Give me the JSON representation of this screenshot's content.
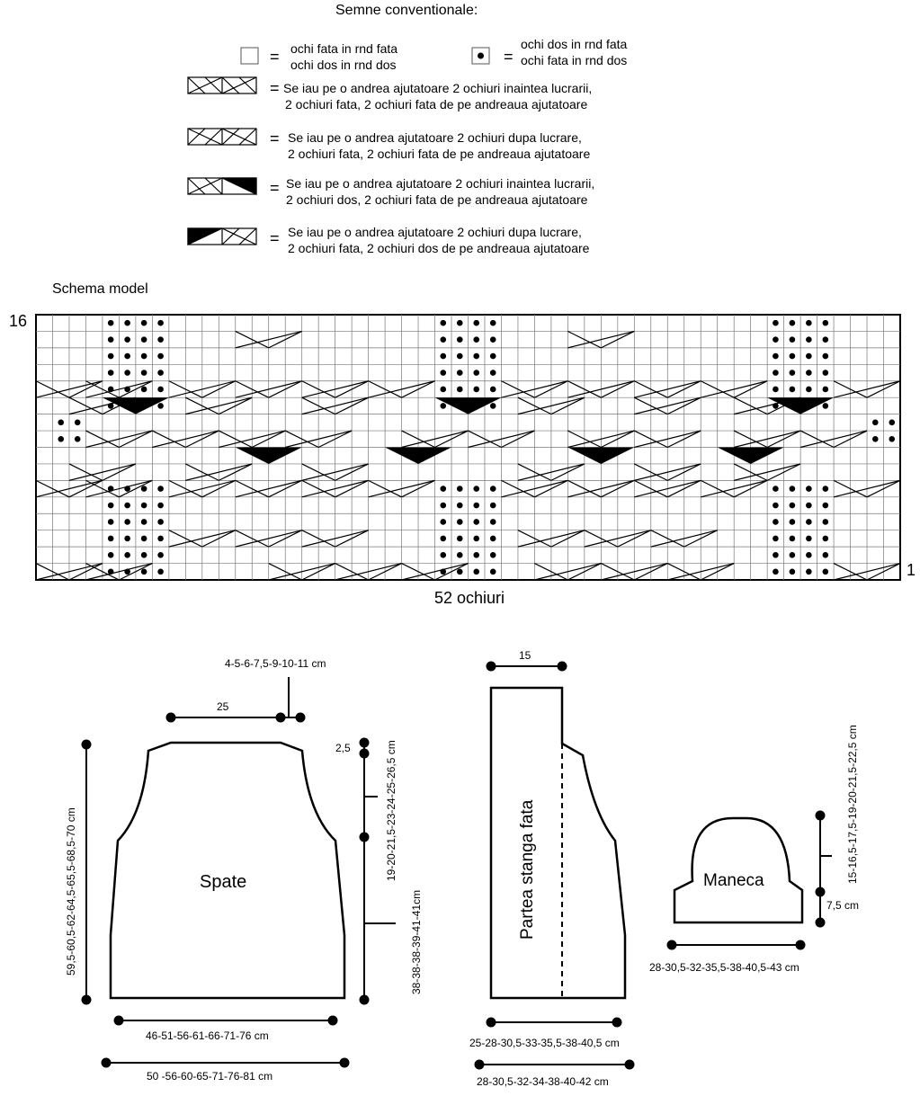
{
  "legend": {
    "title": "Semne conventionale:",
    "items": [
      {
        "symbol": "empty-square-icon",
        "line1": "ochi fata in rnd fata",
        "line2": "ochi dos in rnd dos"
      },
      {
        "symbol": "dot-square-icon",
        "line1": "ochi dos in rnd fata",
        "line2": "ochi fata in rnd dos"
      },
      {
        "symbol": "cable-front-icon",
        "line1": "Se iau pe o andrea ajutatoare 2 ochiuri inaintea lucrarii,",
        "line2": "2 ochiuri fata, 2 ochiuri fata de pe andreaua ajutatoare"
      },
      {
        "symbol": "cable-back-icon",
        "line1": "Se iau pe o andrea ajutatoare 2 ochiuri dupa  lucrare,",
        "line2": "2 ochiuri fata, 2 ochiuri fata de pe andreaua ajutatoare"
      },
      {
        "symbol": "cable-front-purl-icon",
        "line1": "Se iau pe o andrea ajutatoare 2 ochiuri inaintea lucrarii,",
        "line2": "2 ochiuri dos, 2 ochiuri fata de pe andreaua ajutatoare"
      },
      {
        "symbol": "cable-back-purl-icon",
        "line1": "Se iau pe o andrea ajutatoare 2 ochiuri dupa  lucrare,",
        "line2": "2 ochiuri fata, 2 ochiuri dos de pe andreaua ajutatoare"
      }
    ],
    "equals": "="
  },
  "chart": {
    "title": "Schema model",
    "row_top": "16",
    "row_bottom": "1",
    "stitch_count": "52 ochiuri",
    "columns": 52,
    "rows": 16,
    "purl_blocks": [
      {
        "row_from": 1,
        "row_to": 6,
        "cols": [
          5,
          6,
          7,
          8
        ]
      },
      {
        "row_from": 1,
        "row_to": 6,
        "cols": [
          25,
          26,
          27,
          28
        ]
      },
      {
        "row_from": 1,
        "row_to": 6,
        "cols": [
          45,
          46,
          47,
          48
        ]
      },
      {
        "row_from": 11,
        "row_to": 16,
        "cols": [
          5,
          6,
          7,
          8
        ]
      },
      {
        "row_from": 11,
        "row_to": 16,
        "cols": [
          25,
          26,
          27,
          28
        ]
      },
      {
        "row_from": 11,
        "row_to": 16,
        "cols": [
          45,
          46,
          47,
          48
        ]
      },
      {
        "row_from": 9,
        "row_to": 10,
        "cols": [
          2,
          3
        ]
      },
      {
        "row_from": 9,
        "row_to": 10,
        "cols": [
          51,
          52
        ]
      }
    ]
  },
  "spate": {
    "label": "Spate",
    "neck": "4-5-6-7,5-9-10-11 cm",
    "shoulder": "25",
    "neck_drop": "2,5",
    "armhole": "19-20-21,5-23-24-25-26,5 cm",
    "side": "38-38-38-39-41-41cm",
    "total_height": "59,5-60,5-62-64,5-65,5-68,5-70 cm",
    "width_bottom": "46-51-56-61-66-71-76 cm",
    "width_hip": "50 -56-60-65-71-76-81 cm"
  },
  "front": {
    "label": "Partea stanga fata",
    "band": "15",
    "width_bottom": "25-28-30,5-33-35,5-38-40,5 cm",
    "width_hip": "28-30,5-32-34-38-40-42 cm"
  },
  "sleeve": {
    "label": "Maneca",
    "cap": "15-16,5-17,5-19-20-21,5-22,5 cm",
    "cuff_height": "7,5 cm",
    "width": "28-30,5-32-35,5-38-40,5-43 cm"
  }
}
